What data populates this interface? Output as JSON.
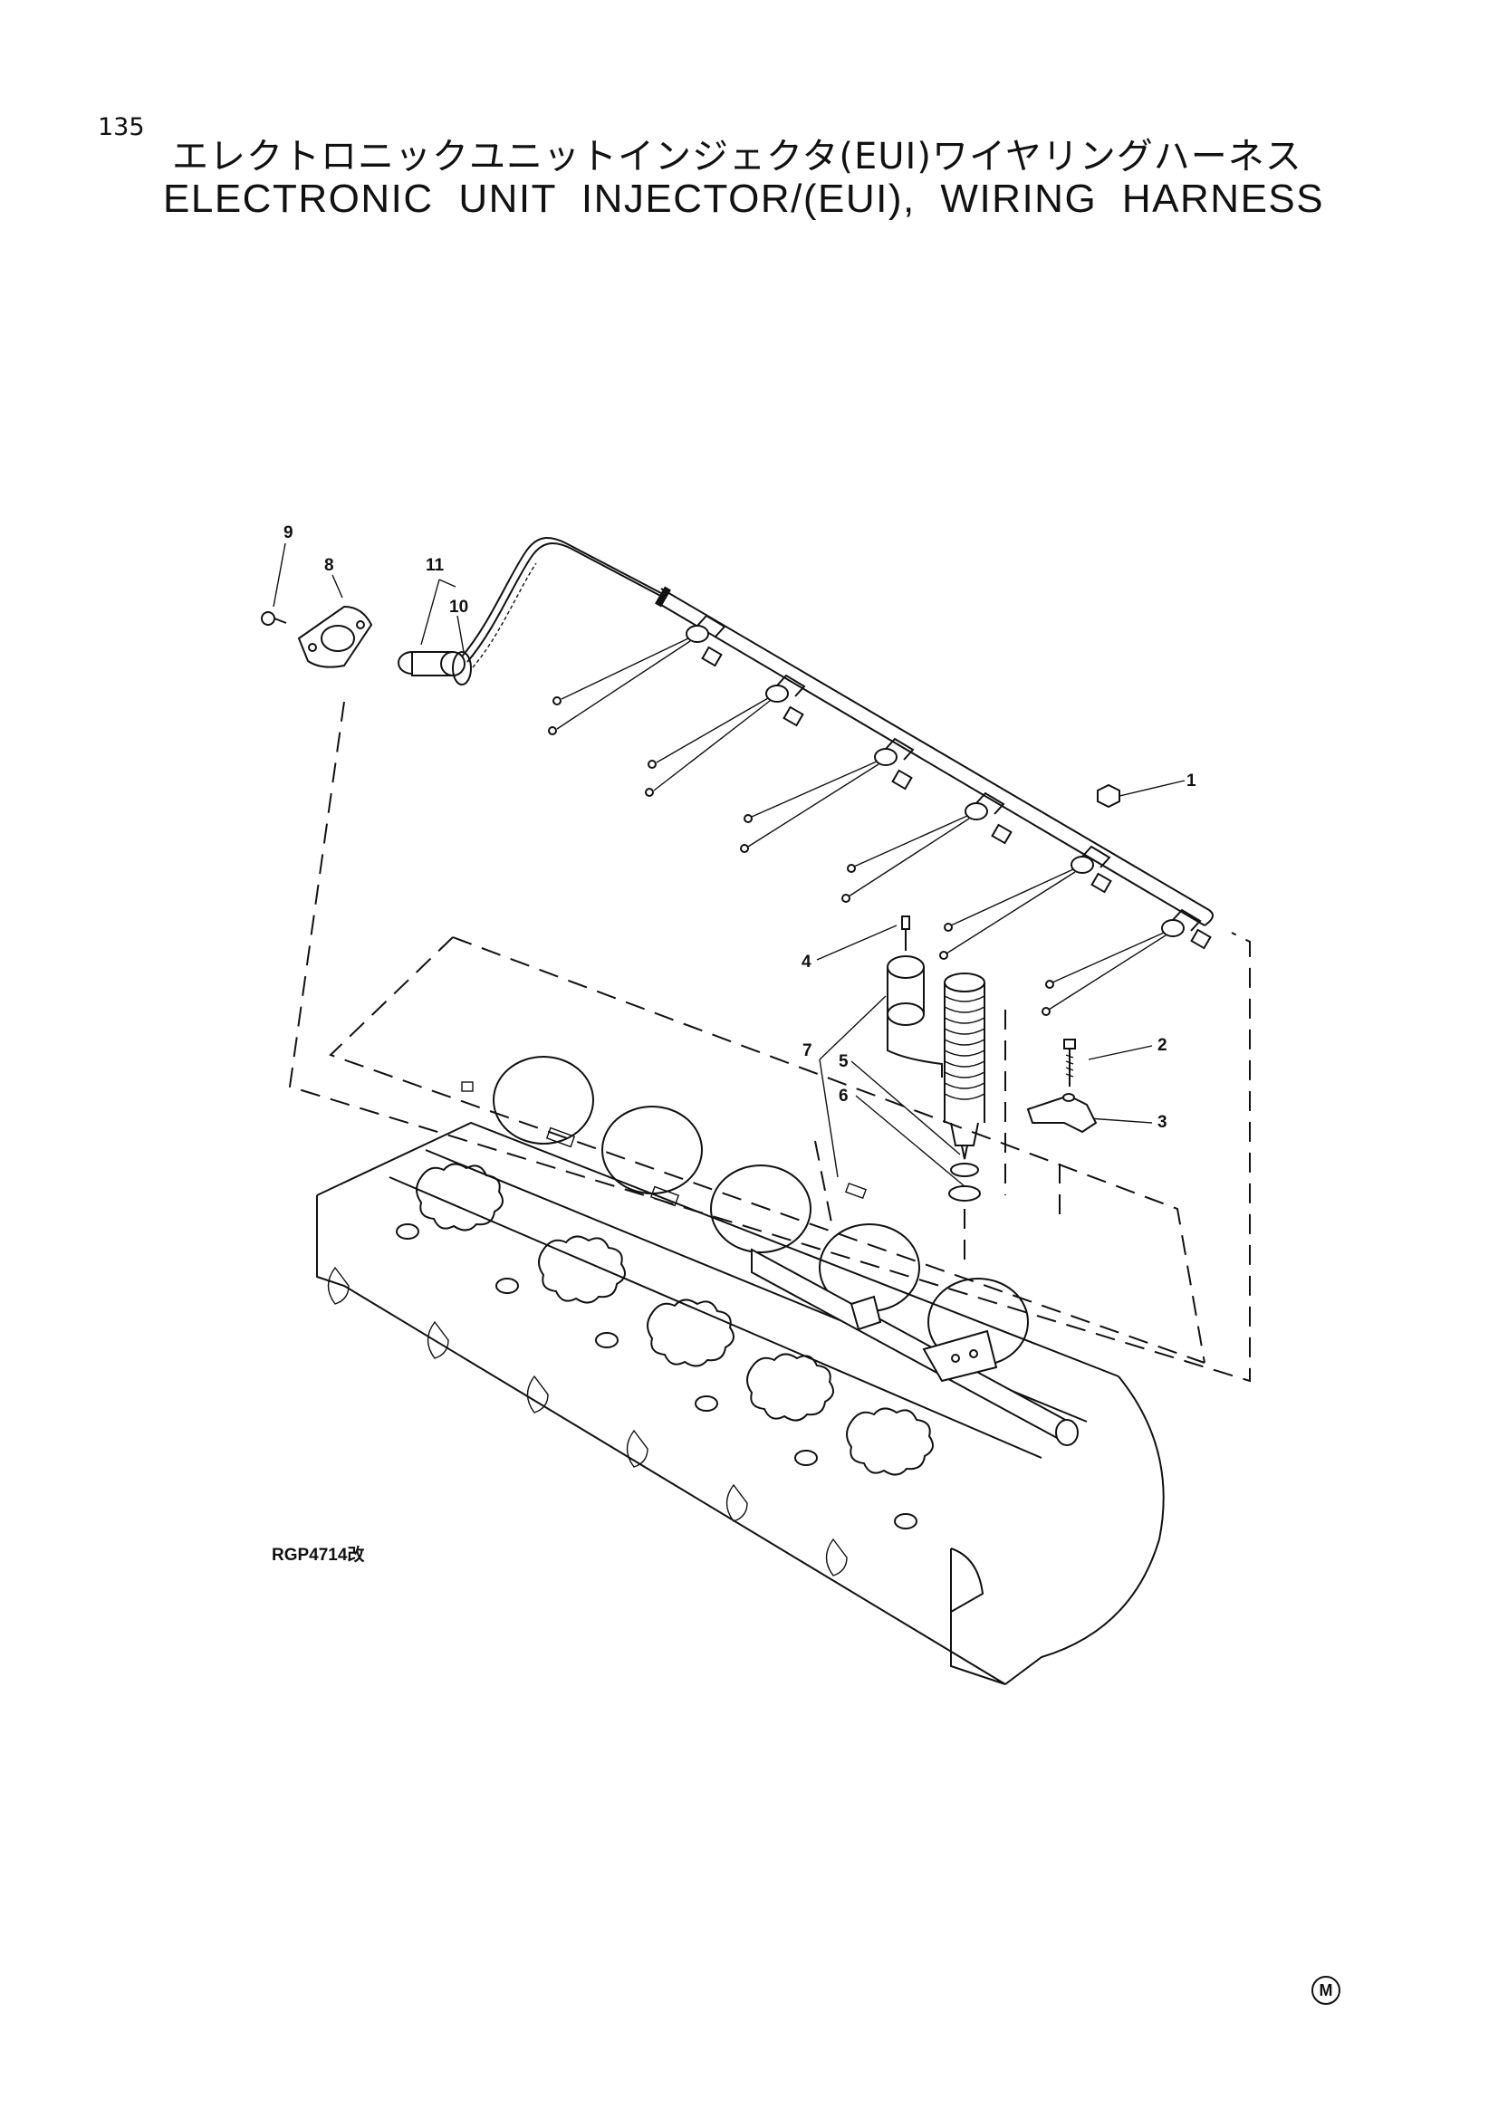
{
  "header": {
    "page_number": "135",
    "title_jp": "エレクトロニックユニットインジェクタ(EUI)ワイヤリングハーネス",
    "title_en": "ELECTRONIC UNIT INJECTOR/(EUI), WIRING HARNESS"
  },
  "diagram": {
    "callouts": [
      "1",
      "2",
      "3",
      "4",
      "5",
      "6",
      "7",
      "8",
      "9",
      "10",
      "11"
    ],
    "drawing_code": "RGP4714改",
    "corner_mark": "M"
  }
}
